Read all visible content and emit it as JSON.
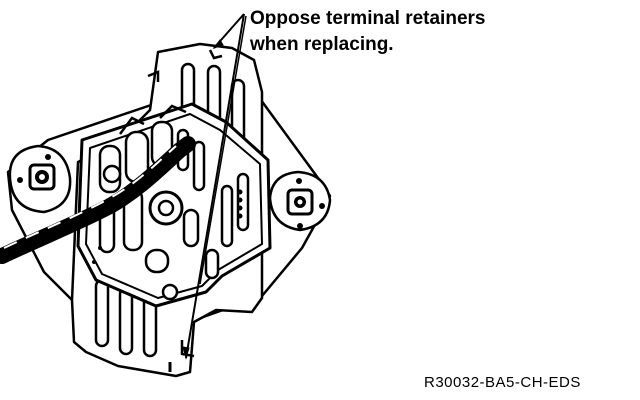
{
  "callout": {
    "line1": "Oppose terminal retainers",
    "line2": "when replacing."
  },
  "figure_code": "R30032-BA5-CH-EDS",
  "colors": {
    "ink": "#000000",
    "paper": "#ffffff"
  }
}
